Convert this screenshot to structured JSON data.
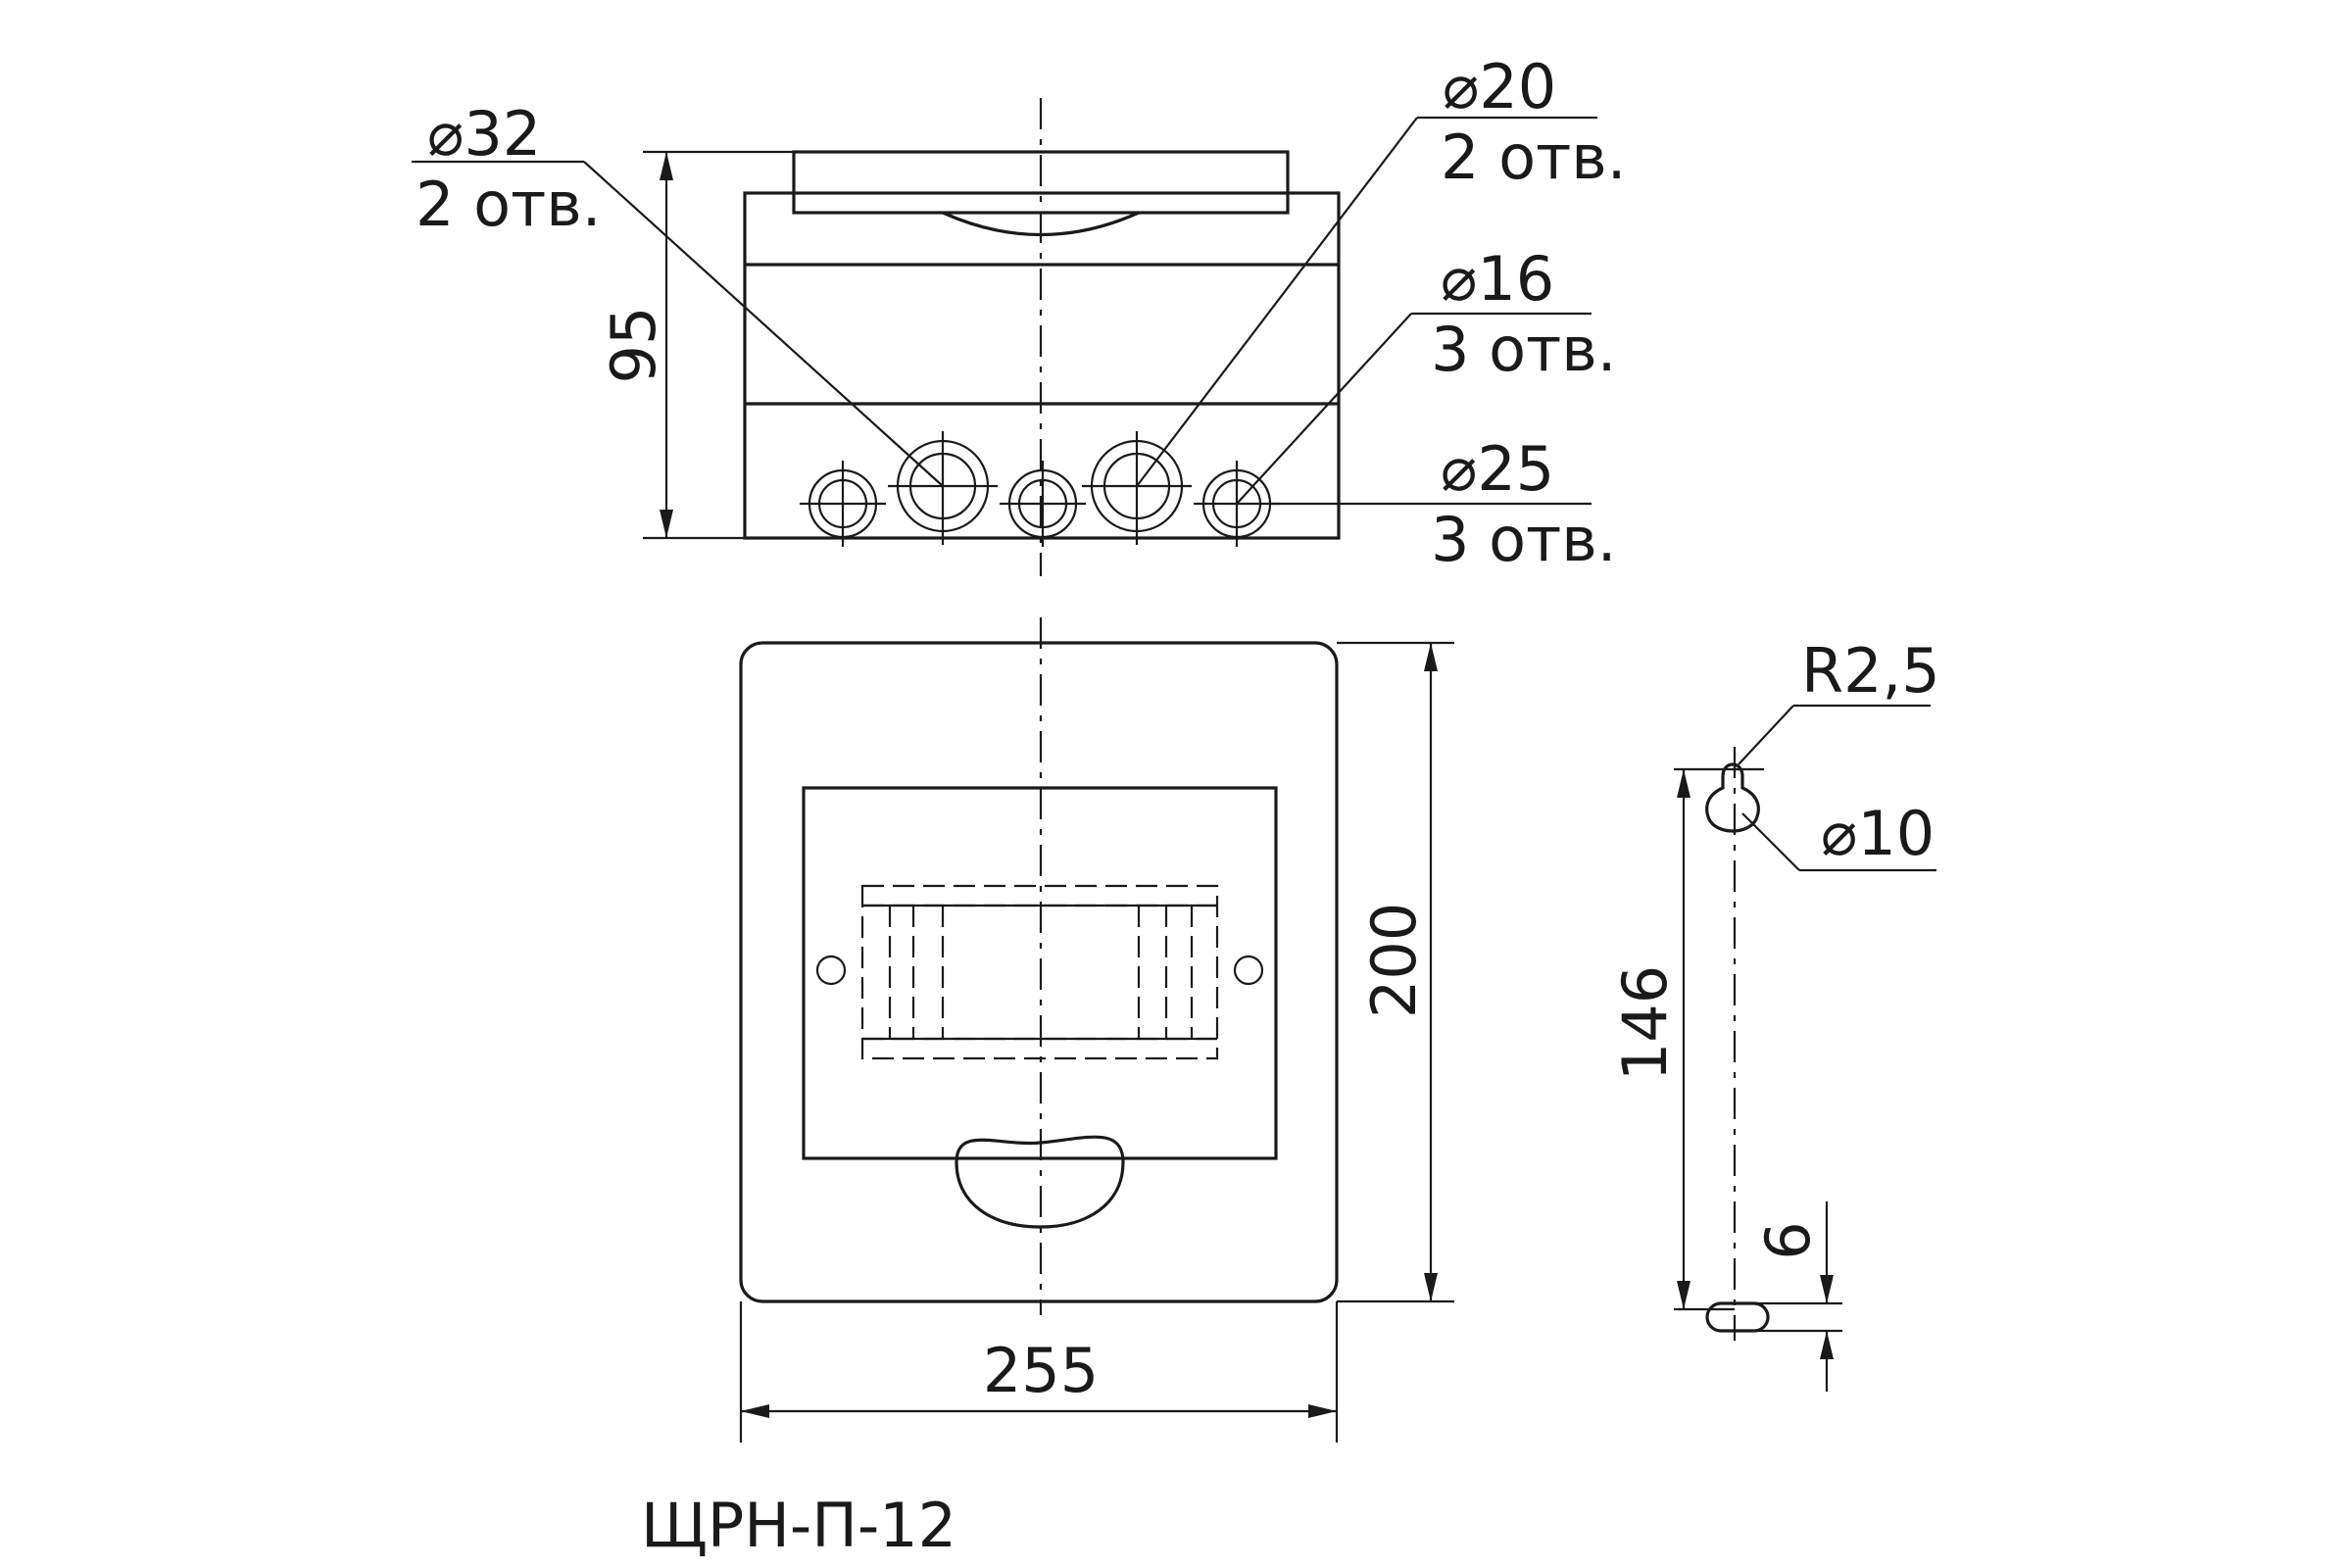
{
  "drawing": {
    "model_label": "ЩРН-П-12",
    "colors": {
      "ink": "#1a1a1a",
      "paper": "#ffffff"
    },
    "front_view": {
      "width_dim": "255",
      "height_dim": "200"
    },
    "side_view": {
      "height_dim": "95",
      "holes": [
        {
          "diameter": "⌀32",
          "count": "2 отв."
        },
        {
          "diameter": "⌀20",
          "count": "2 отв."
        },
        {
          "diameter": "⌀16",
          "count": "3 отв."
        },
        {
          "diameter": "⌀25",
          "count": "3 отв."
        }
      ]
    },
    "mount_detail": {
      "radius": "R2,5",
      "hole_diameter": "⌀10",
      "spacing_dim": "146",
      "slot_dim": "6"
    }
  }
}
